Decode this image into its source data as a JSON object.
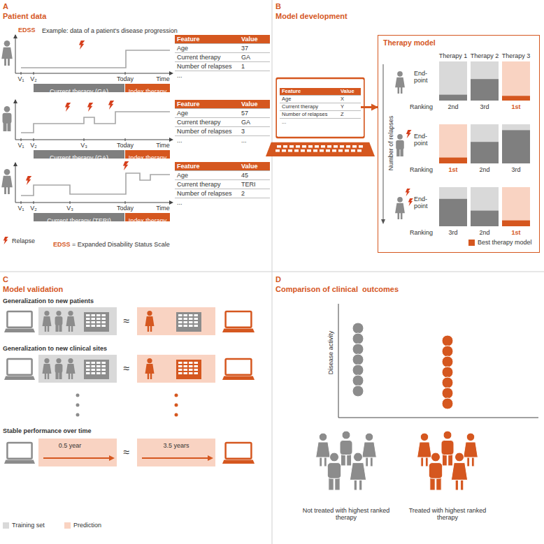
{
  "diagram": {
    "nodes": [
      {
        "text": [
          "Feature",
          "Value",
          "Age",
          "37",
          "Current therapy",
          "GA",
          "Number of relapses",
          "1",
          "..."
        ]
      },
      {
        "text": [
          "Current therapy (GA)"
        ]
      },
      {
        "text": [
          "Index therapy"
        ]
      },
      {
        "text": [
          "Feature",
          "Value",
          "Age",
          "57",
          "Current therapy",
          "GA",
          "Number of relapses",
          "3",
          "...",
          "..."
        ]
      },
      {
        "text": [
          "Current therapy (GA)"
        ]
      },
      {
        "text": [
          "Index therapy"
        ]
      },
      {
        "text": [
          "Feature",
          "Value",
          "Age",
          "45",
          "Current therapy",
          "TERI",
          "Number of relapses",
          "2",
          "..."
        ]
      },
      {
        "text": [
          "Current therapy (TERI)"
        ]
      },
      {
        "text": [
          "Index therapy"
        ]
      },
      {
        "text": [
          "Feature",
          "Value",
          "Age",
          "X",
          "Current therapy",
          "Y",
          "Number of relapses",
          "Z",
          "..."
        ]
      },
      {
        "text": [
          "Therapy model"
        ]
      }
    ],
    "edges": [
      {
        "from": 9,
        "to": 10,
        "arrow": "to"
      }
    ],
    "labels": [
      "A",
      "Patient data",
      "EDSS",
      "Example: data of a patient's disease progression",
      "V₁",
      "V₂",
      "Today",
      "Time",
      "V₁",
      "V₂",
      "V₃",
      "Today",
      "Time",
      "V₁",
      "V₂",
      "V₃",
      "Today",
      "Time",
      "EDSS",
      "= Expanded Disability Status Scale",
      "B",
      "Model development",
      "Therapy 1",
      "Therapy 2",
      "Therapy 3",
      "End-point",
      "Ranking",
      "2nd",
      "3rd",
      "1st",
      "End-point",
      "Ranking",
      "1st",
      "2nd",
      "3rd",
      "End-point",
      "Ranking",
      "3rd",
      "2nd",
      "1st",
      "Number of relapses",
      "C",
      "Model validation",
      "Generalization to new patients",
      "≈",
      "Generalization to new clinical sites",
      "≈",
      "Stable performance over time",
      "0.5 year",
      "≈",
      "3.5 years",
      "D",
      "Comparison of clinical  outcomes",
      "Disease activity",
      "Not treated with highest ranked therapy",
      "Treated with highest ranked therapy"
    ],
    "legend": [
      {
        "text": "Relapse"
      },
      {
        "text": "Best therapy model",
        "color": "#d5571f"
      },
      {
        "text": "Training set",
        "color": "#d9d9d9"
      },
      {
        "text": "Prediction",
        "color": "#f9d3c2"
      }
    ]
  }
}
